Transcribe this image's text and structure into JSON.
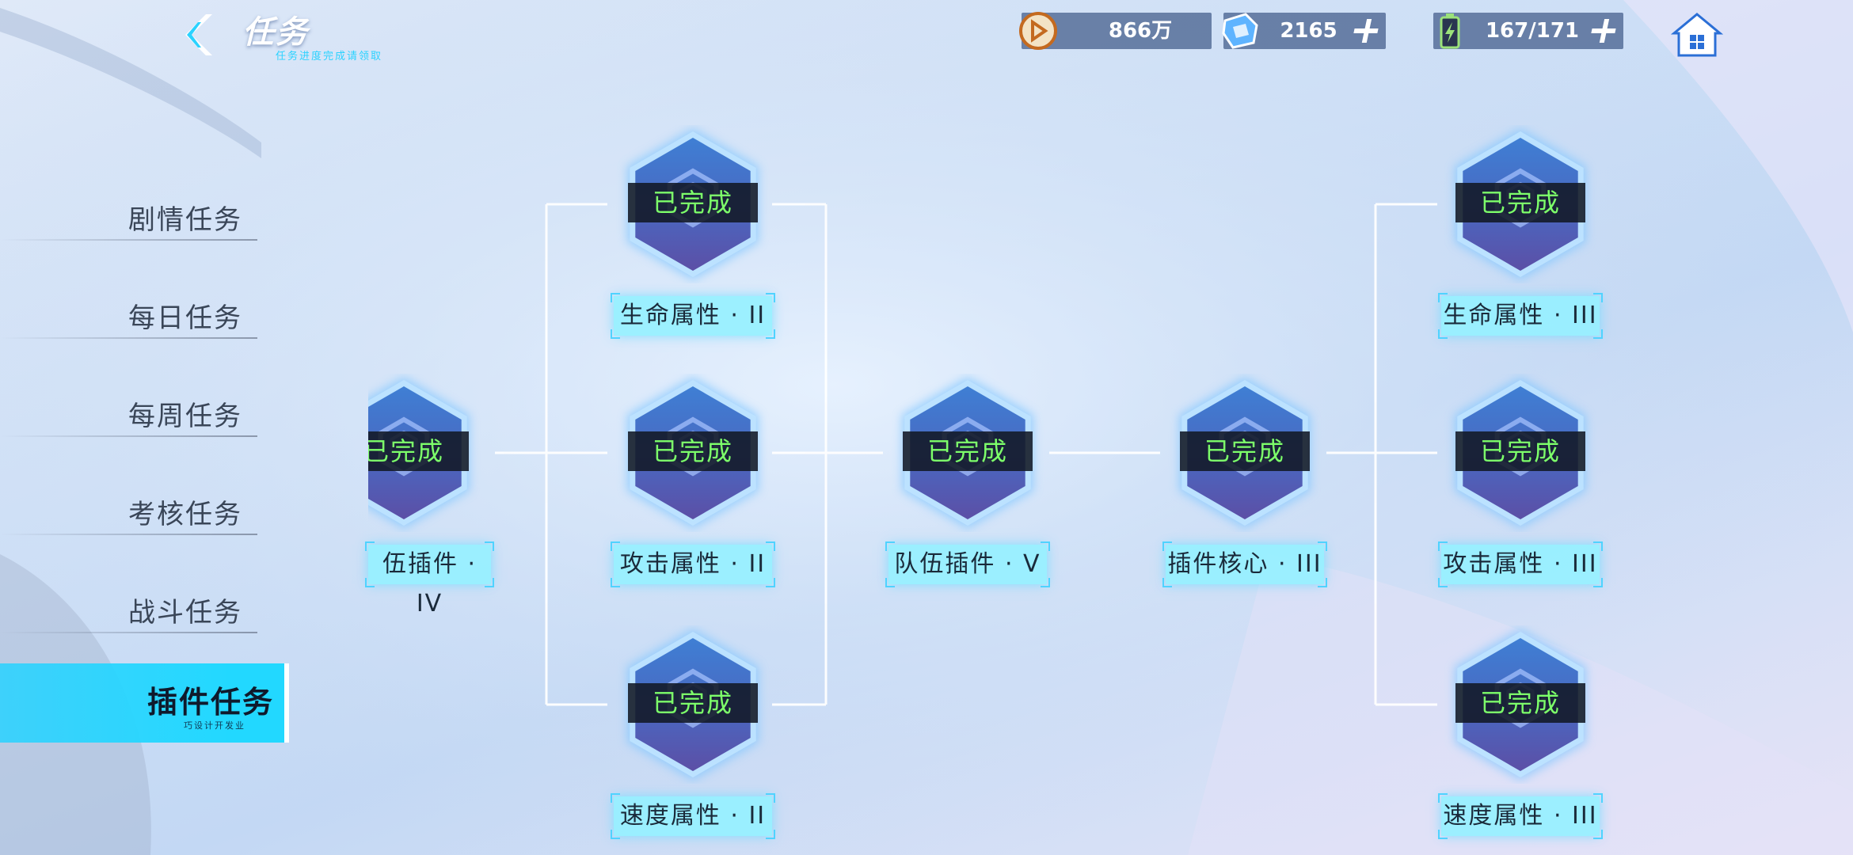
{
  "header": {
    "title": "任务",
    "subtitle": "任务进度完成请领取"
  },
  "resources": [
    {
      "name": "gold",
      "icon": "coin-icon",
      "value": "866万",
      "has_plus": false
    },
    {
      "name": "crystal",
      "icon": "crystal-icon",
      "value": "2165",
      "has_plus": true
    },
    {
      "name": "stamina",
      "icon": "battery-icon",
      "value": "167/171",
      "has_plus": true
    }
  ],
  "sidebar": {
    "tabs": [
      {
        "label": "剧情任务",
        "active": false
      },
      {
        "label": "每日任务",
        "active": false
      },
      {
        "label": "每周任务",
        "active": false
      },
      {
        "label": "考核任务",
        "active": false
      },
      {
        "label": "战斗任务",
        "active": false
      },
      {
        "label": "插件任务",
        "active": true,
        "sub": "巧设计开发业"
      }
    ]
  },
  "tree": {
    "nodes": [
      {
        "id": "n0",
        "status": "已完成",
        "label": "伍插件 · IV"
      },
      {
        "id": "n1",
        "status": "已完成",
        "label": "生命属性 · II"
      },
      {
        "id": "n2",
        "status": "已完成",
        "label": "攻击属性 · II"
      },
      {
        "id": "n3",
        "status": "已完成",
        "label": "速度属性 · II"
      },
      {
        "id": "n4",
        "status": "已完成",
        "label": "队伍插件 · V"
      },
      {
        "id": "n5",
        "status": "已完成",
        "label": "插件核心 · III"
      },
      {
        "id": "n6",
        "status": "已完成",
        "label": "生命属性 · III"
      },
      {
        "id": "n7",
        "status": "已完成",
        "label": "攻击属性 · III"
      },
      {
        "id": "n8",
        "status": "已完成",
        "label": "速度属性 · III"
      }
    ]
  },
  "colors": {
    "accent": "#22d8ff",
    "complete_text": "#7dff6a",
    "hex_top": "#3f7fd4",
    "hex_bottom": "#5c4fa6"
  }
}
